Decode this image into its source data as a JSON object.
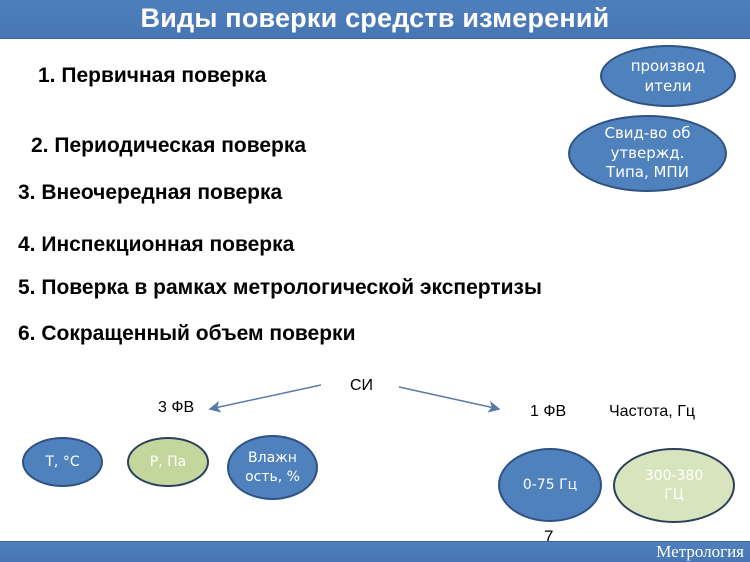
{
  "header": {
    "title": "Виды поверки средств измерений",
    "color": "#4f81bd"
  },
  "list": {
    "items": [
      {
        "label": "1. Первичная поверка"
      },
      {
        "label": "2. Периодическая поверка"
      },
      {
        "label": "3. Внеочередная поверка"
      },
      {
        "label": "4. Инспекционная поверка"
      },
      {
        "label": "5. Поверка в рамках метрологической экспертизы"
      },
      {
        "label": "6. Сокращенный объем поверки"
      }
    ]
  },
  "side_ellipses": {
    "manufacturers": {
      "line1": "производ",
      "line2": "ители"
    },
    "certificate": {
      "line1": "Свид-во об",
      "line2": "утвержд.",
      "line3": "Типа, МПИ"
    }
  },
  "diagram": {
    "root": "СИ",
    "left_branch": {
      "label": "3 ФВ",
      "nodes": [
        {
          "label": "Т, °С",
          "color": "#4f81bd"
        },
        {
          "label": "Р, Па",
          "color": "#c3d69b"
        },
        {
          "line1": "Влажн",
          "line2": "ость, %",
          "color": "#4f81bd"
        }
      ]
    },
    "right_branch": {
      "label": "1 ФВ",
      "quantity": "Частота, Гц",
      "nodes": [
        {
          "label": "0-75 Гц",
          "color": "#4f81bd"
        },
        {
          "line1": "300-380",
          "line2": "ГЦ",
          "color": "#d7e4bd"
        }
      ]
    },
    "arrow_color": "#5b7aa8"
  },
  "footer": {
    "page_number": "7",
    "brand": "Метрология"
  }
}
